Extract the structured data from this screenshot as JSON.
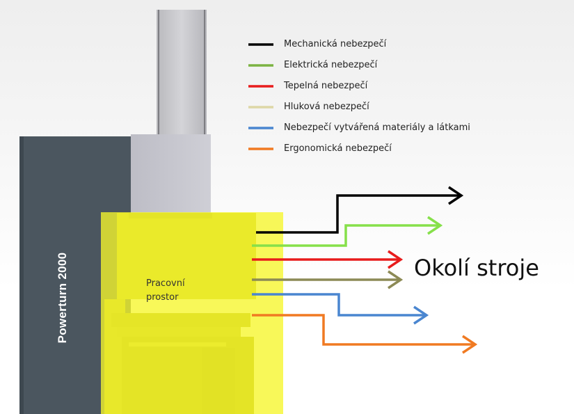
{
  "machine": {
    "name": "Powerturn 2000"
  },
  "work_area": {
    "label_line1": "Pracovní",
    "label_line2": "prostor"
  },
  "surroundings": {
    "label": "Okolí stroje"
  },
  "legend": [
    {
      "label": "Mechanická nebezpečí",
      "color": "#000000"
    },
    {
      "label": "Elektrická nebezpečí",
      "color": "#7cb342"
    },
    {
      "label": "Tepelná nebezpečí",
      "color": "#e81c1c"
    },
    {
      "label": "Hluková nebezpečí",
      "color": "#ddd7a6"
    },
    {
      "label": "Nebezpečí vytvářená materiály a látkami",
      "color": "#4a86d0"
    },
    {
      "label": "Ergonomická nebezpečí",
      "color": "#f07a22"
    }
  ],
  "arrow_colors": {
    "mechanical": "#000000",
    "electrical": "#86e04a",
    "thermal": "#e81c1c",
    "noise": "#8c8a55",
    "materials": "#4a86d0",
    "ergonomic": "#f07a22"
  }
}
